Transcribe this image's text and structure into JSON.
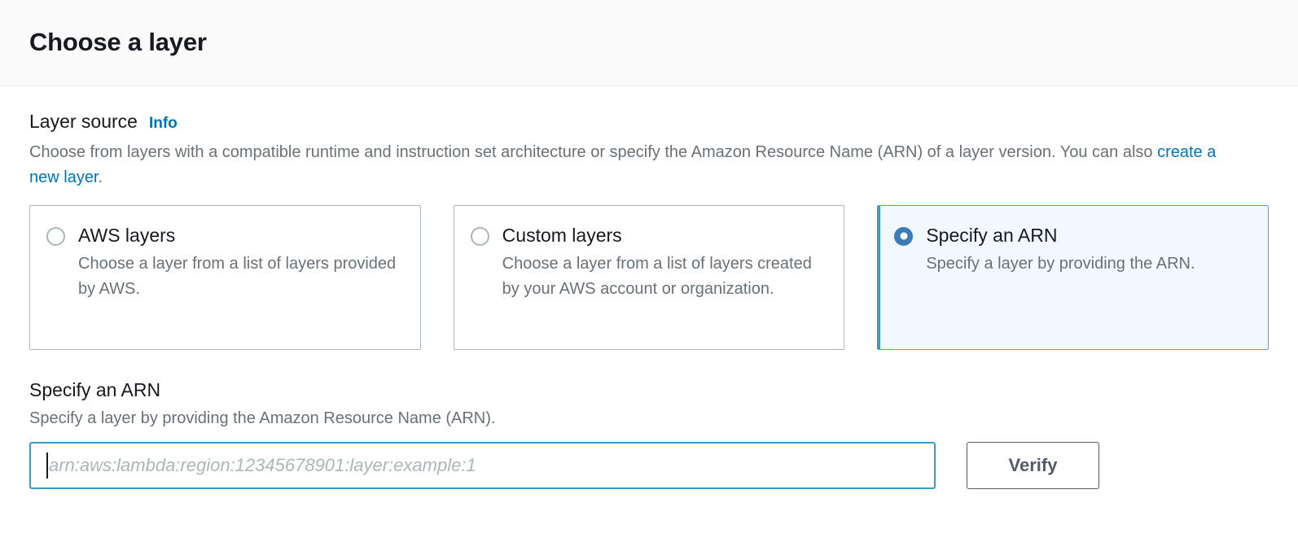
{
  "header": {
    "title": "Choose a layer"
  },
  "layer_source": {
    "label": "Layer source",
    "info_link": "Info",
    "description_part1": "Choose from layers with a compatible runtime and instruction set architecture or specify the Amazon Resource Name (ARN) of a layer version. You can also ",
    "description_link": "create a new layer",
    "description_part2": ".",
    "options": [
      {
        "title": "AWS layers",
        "description": "Choose a layer from a list of layers provided by AWS.",
        "selected": false
      },
      {
        "title": "Custom layers",
        "description": "Choose a layer from a list of layers created by your AWS account or organization.",
        "selected": false
      },
      {
        "title": "Specify an ARN",
        "description": "Specify a layer by providing the ARN.",
        "selected": true
      }
    ]
  },
  "arn_section": {
    "heading": "Specify an ARN",
    "description": "Specify a layer by providing the Amazon Resource Name (ARN).",
    "input_value": "",
    "input_placeholder": "arn:aws:lambda:region:12345678901:layer:example:1",
    "verify_label": "Verify"
  },
  "colors": {
    "accent_blue": "#0073bb",
    "selected_radio": "#3a7cb8",
    "selected_tile_bg": "#f1f8fe",
    "selected_tile_border": "#3d9ac7",
    "input_focus_border": "#3d9ac7",
    "button_border": "#545b64",
    "header_bg": "#fafafa",
    "text_primary": "#16191f",
    "text_secondary": "#687078",
    "tile_border": "#aab7b8"
  }
}
